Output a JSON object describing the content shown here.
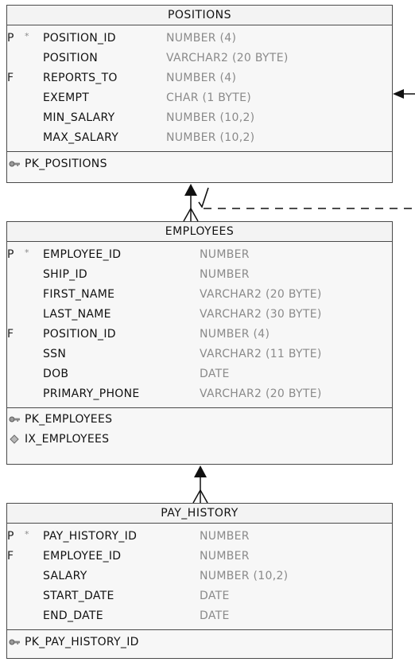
{
  "tables": {
    "positions": {
      "name": "POSITIONS",
      "columns": [
        {
          "key": "P",
          "mandatory": "*",
          "name": "POSITION_ID",
          "type": "NUMBER (4)"
        },
        {
          "key": "",
          "mandatory": "",
          "name": "POSITION",
          "type": "VARCHAR2 (20 BYTE)"
        },
        {
          "key": "F",
          "mandatory": "",
          "name": "REPORTS_TO",
          "type": "NUMBER (4)"
        },
        {
          "key": "",
          "mandatory": "",
          "name": "EXEMPT",
          "type": "CHAR (1 BYTE)"
        },
        {
          "key": "",
          "mandatory": "",
          "name": "MIN_SALARY",
          "type": "NUMBER (10,2)"
        },
        {
          "key": "",
          "mandatory": "",
          "name": "MAX_SALARY",
          "type": "NUMBER (10,2)"
        }
      ],
      "constraints": [
        {
          "kind": "primary-key",
          "icon": "key-icon",
          "name": "PK_POSITIONS"
        }
      ]
    },
    "employees": {
      "name": "EMPLOYEES",
      "columns": [
        {
          "key": "P",
          "mandatory": "*",
          "name": "EMPLOYEE_ID",
          "type": "NUMBER"
        },
        {
          "key": "",
          "mandatory": "",
          "name": "SHIP_ID",
          "type": "NUMBER"
        },
        {
          "key": "",
          "mandatory": "",
          "name": "FIRST_NAME",
          "type": "VARCHAR2 (20 BYTE)"
        },
        {
          "key": "",
          "mandatory": "",
          "name": "LAST_NAME",
          "type": "VARCHAR2 (30 BYTE)"
        },
        {
          "key": "F",
          "mandatory": "",
          "name": "POSITION_ID",
          "type": "NUMBER (4)"
        },
        {
          "key": "",
          "mandatory": "",
          "name": "SSN",
          "type": "VARCHAR2 (11 BYTE)"
        },
        {
          "key": "",
          "mandatory": "",
          "name": "DOB",
          "type": "DATE"
        },
        {
          "key": "",
          "mandatory": "",
          "name": "PRIMARY_PHONE",
          "type": "VARCHAR2 (20 BYTE)"
        }
      ],
      "constraints": [
        {
          "kind": "primary-key",
          "icon": "key-icon",
          "name": "PK_EMPLOYEES"
        },
        {
          "kind": "index",
          "icon": "index-diamond-icon",
          "name": "IX_EMPLOYEES"
        }
      ]
    },
    "pay_history": {
      "name": "PAY_HISTORY",
      "columns": [
        {
          "key": "P",
          "mandatory": "*",
          "name": "PAY_HISTORY_ID",
          "type": "NUMBER"
        },
        {
          "key": "F",
          "mandatory": "",
          "name": "EMPLOYEE_ID",
          "type": "NUMBER"
        },
        {
          "key": "",
          "mandatory": "",
          "name": "SALARY",
          "type": "NUMBER (10,2)"
        },
        {
          "key": "",
          "mandatory": "",
          "name": "START_DATE",
          "type": "DATE"
        },
        {
          "key": "",
          "mandatory": "",
          "name": "END_DATE",
          "type": "DATE"
        }
      ],
      "constraints": [
        {
          "kind": "primary-key",
          "icon": "key-icon",
          "name": "PK_PAY_HISTORY_ID"
        }
      ]
    }
  },
  "relationships": [
    {
      "from": "EMPLOYEES",
      "to": "POSITIONS",
      "style": "dashed",
      "cardinality": "many-to-one"
    },
    {
      "from": "POSITIONS",
      "to": "POSITIONS",
      "style": "dashed",
      "cardinality": "self-reference"
    },
    {
      "from": "PAY_HISTORY",
      "to": "EMPLOYEES",
      "style": "solid",
      "cardinality": "many-to-one"
    }
  ],
  "colors": {
    "border": "#4a4a4a",
    "box_fill": "#f7f7f7",
    "type_text": "#8a8a8a",
    "name_text": "#111111"
  }
}
